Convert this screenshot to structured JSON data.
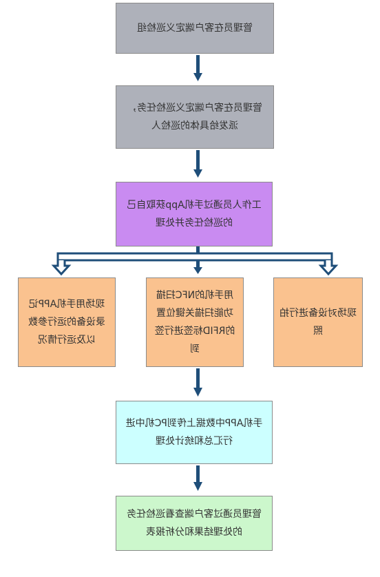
{
  "flowchart": {
    "step1": "管理员在客户端定义巡检组",
    "step2": "管理员在客户端定义巡检任务，派发给具体的巡检人",
    "step3": "工作人员通过手机App获取自己的巡检任务并处理",
    "step4_left": "现场用手机APP记录设备的运行参数以及运行情况",
    "step4_middle": "用手机的NFC扫描功能扫描关键位置的RFID标签进行签到",
    "step4_right": "现场对设备进行拍照",
    "step5": "手机APP中数据上传到PC机中进行汇总和统计处理",
    "step6": "管理员通过客户端查看巡检任务的处理结果和分析报表"
  },
  "colors": {
    "gray_box": "#aeb1ba",
    "purple_box": "#c98bf1",
    "orange_box": "#fac28f",
    "cyan_box": "#ccffff",
    "green_box": "#ccf7cc",
    "arrow_fill": "#1f4e79",
    "branch_arrow_outline": "#1f4e79",
    "branch_arrow_fill": "#ffffff"
  }
}
